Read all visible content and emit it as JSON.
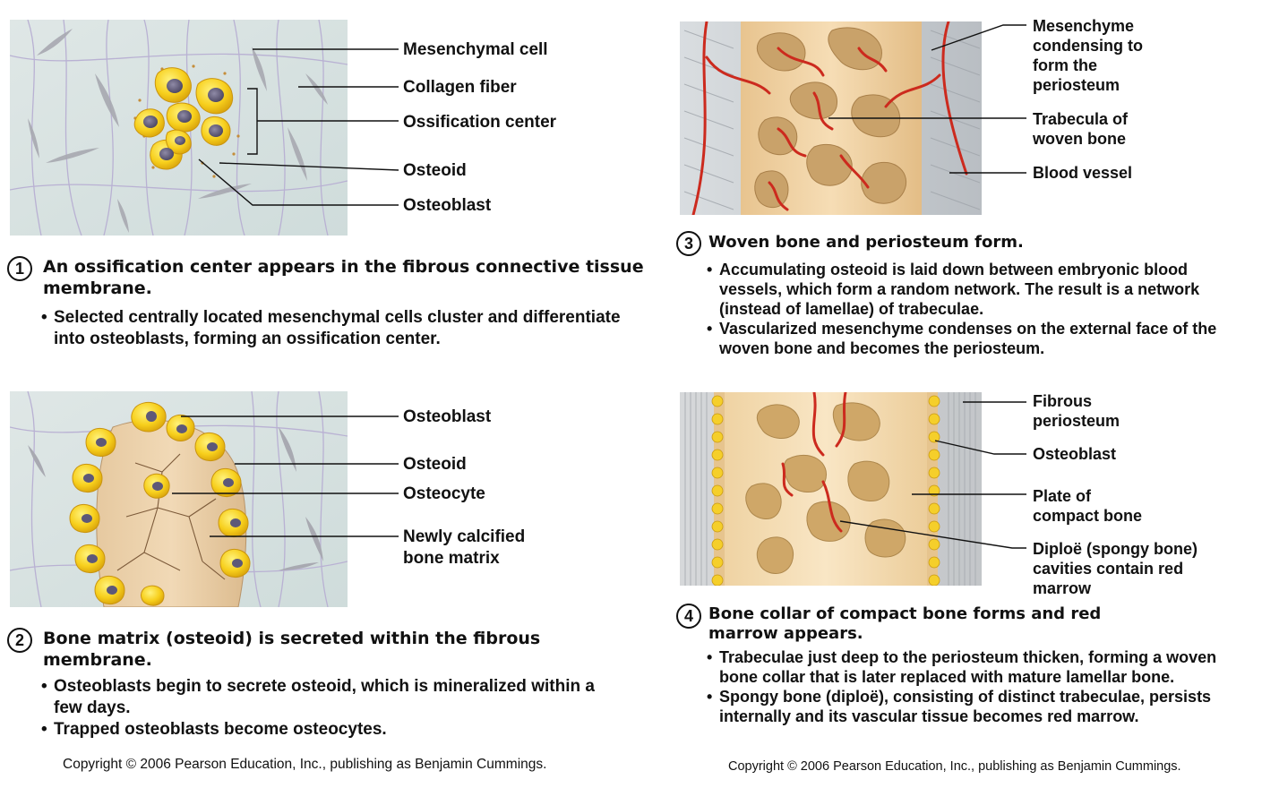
{
  "panel1": {
    "labels": [
      "Mesenchymal cell",
      "Collagen fiber",
      "Ossification center",
      "Osteoid",
      "Osteoblast"
    ],
    "step": "1",
    "heading": "An ossification center appears in the fibrous connective tissue membrane.",
    "bullets": [
      "Selected centrally located mesenchymal cells cluster and differentiate into osteoblasts, forming an ossification center."
    ]
  },
  "panel2": {
    "labels": [
      "Osteoblast",
      "Osteoid",
      "Osteocyte",
      "Newly calcified bone matrix"
    ],
    "step": "2",
    "heading": "Bone matrix (osteoid) is secreted within the fibrous membrane.",
    "bullets": [
      "Osteoblasts begin to secrete osteoid, which is mineralized within a few days.",
      "Trapped osteoblasts become osteocytes."
    ]
  },
  "panel3": {
    "labels": [
      "Mesenchyme condensing to form the periosteum",
      "Trabecula of woven bone",
      "Blood vessel"
    ],
    "step": "3",
    "heading": "Woven bone and periosteum form.",
    "bullets": [
      "Accumulating osteoid is laid down between embryonic blood vessels, which form a random network. The result is a network (instead of lamellae) of trabeculae.",
      "Vascularized mesenchyme condenses on the external face of the woven bone and becomes the periosteum."
    ]
  },
  "panel4": {
    "labels": [
      "Fibrous periosteum",
      "Osteoblast",
      "Plate of compact bone",
      "Diploë (spongy bone) cavities contain red marrow"
    ],
    "step": "4",
    "heading": "Bone collar of compact bone forms and red marrow appears.",
    "bullets": [
      "Trabeculae just deep to the periosteum thicken, forming a woven bone collar that is later replaced with mature lamellar bone.",
      "Spongy bone (diploë), consisting of distinct trabeculae, persists internally and its vascular tissue becomes red marrow."
    ]
  },
  "copyright": {
    "left": "Copyright © 2006 Pearson Education, Inc., publishing as Benjamin Cummings.",
    "right": "Copyright © 2006 Pearson Education, Inc., publishing as Benjamin Cummings."
  }
}
